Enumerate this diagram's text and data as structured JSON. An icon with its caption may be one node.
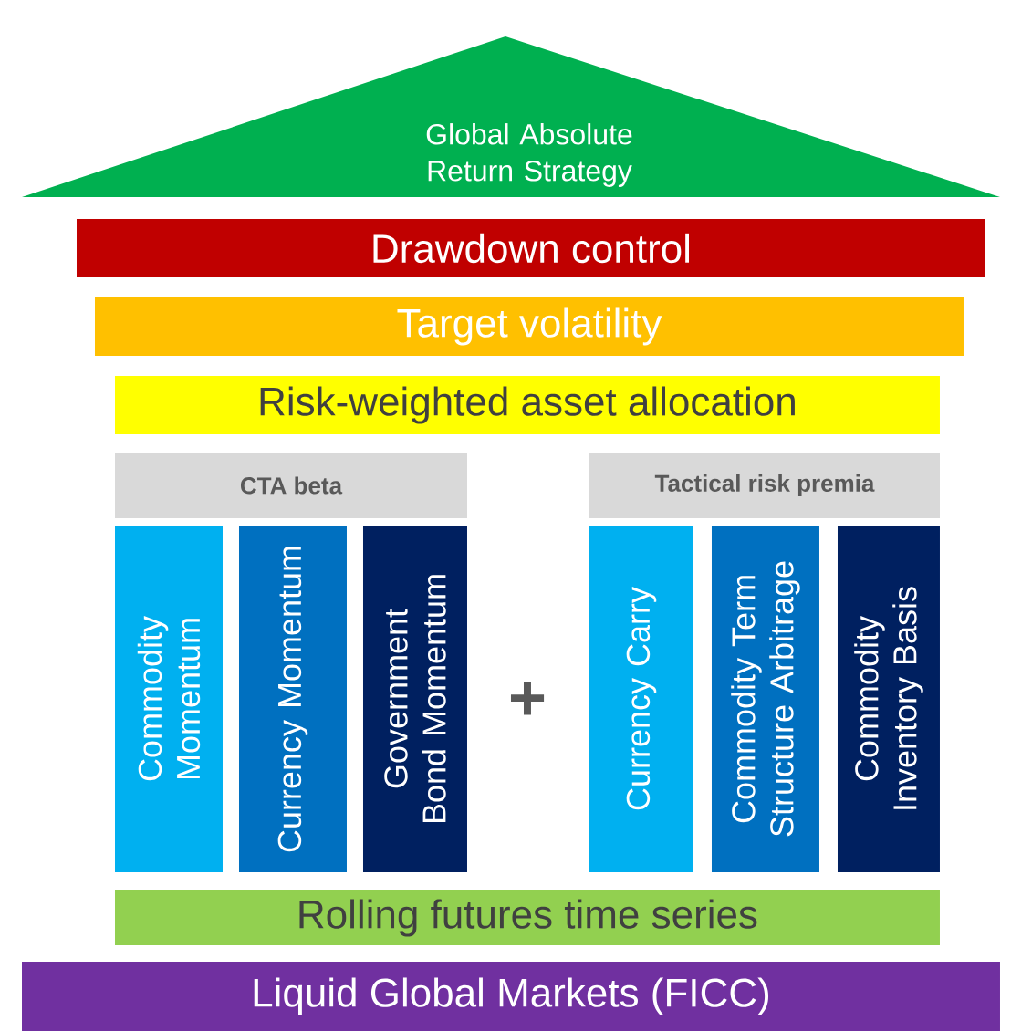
{
  "diagram": {
    "nodes": [
      {
        "text": [
          "Global Absolute Return Strategy"
        ]
      },
      {
        "text": [
          "Drawdown control"
        ]
      },
      {
        "text": [
          "Target volatility"
        ]
      },
      {
        "text": [
          "Risk-weighted asset allocation"
        ]
      },
      {
        "text": [
          "CTA beta"
        ]
      },
      {
        "text": [
          "Tactical risk premia"
        ]
      },
      {
        "text": [
          "Commodity Momentum"
        ]
      },
      {
        "text": [
          "Currency Momentum"
        ]
      },
      {
        "text": [
          "Government Bond Momentum"
        ]
      },
      {
        "text": [
          "Currency Carry"
        ]
      },
      {
        "text": [
          "Commodity Term Structure Arbitrage"
        ]
      },
      {
        "text": [
          "Commodity Inventory Basis"
        ]
      },
      {
        "text": [
          "Rolling futures time series"
        ]
      },
      {
        "text": [
          "Liquid Global Markets (FICC)"
        ]
      }
    ],
    "labels": [
      "+"
    ]
  }
}
